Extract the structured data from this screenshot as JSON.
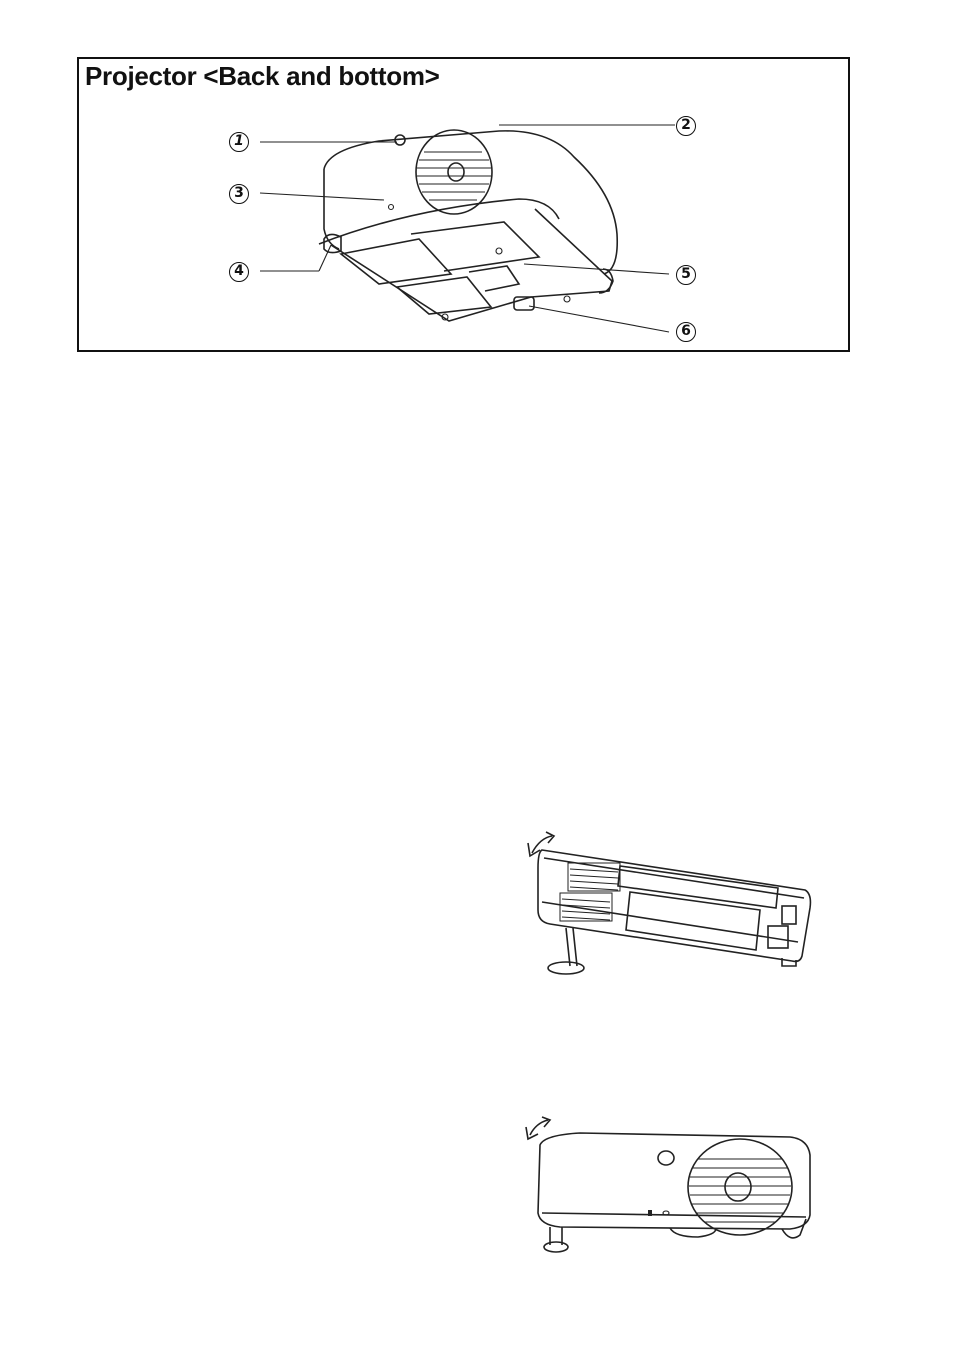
{
  "section_title": "Projector <Back and bottom>",
  "callouts": {
    "c1": "1",
    "c2": "2",
    "c3": "3",
    "c4": "4",
    "c5": "5",
    "c6": "6"
  },
  "illustrations": {
    "main": "projector-back-bottom-illustration",
    "side_view": "projector-side-tilt-illustration",
    "back_view": "projector-back-tilt-illustration"
  }
}
